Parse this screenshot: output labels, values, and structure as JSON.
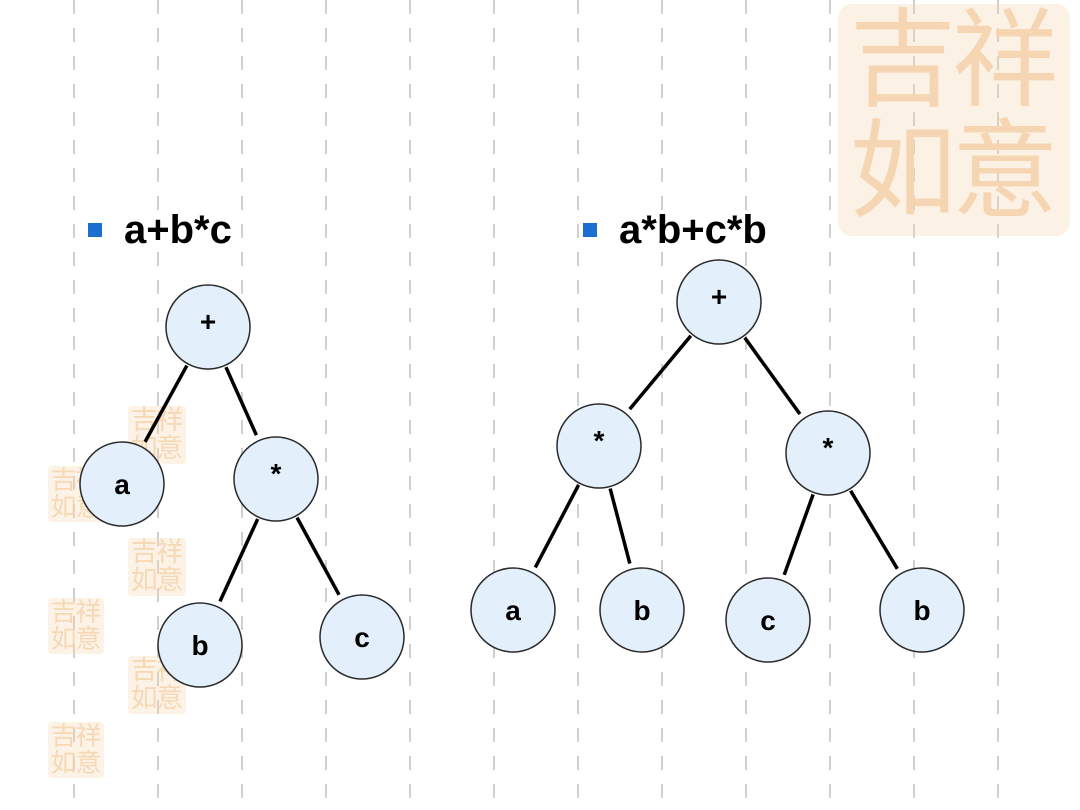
{
  "stamp_text": "吉祥如意",
  "colors": {
    "node_fill": "#e3f0fb",
    "node_stroke": "#2a2a2a",
    "edge": "#000000",
    "bullet": "#1a6fd1",
    "stamp": "#f6d4ae",
    "gridline": "#cfcfcf"
  },
  "left_item": {
    "expression": "a+b*c",
    "nodes": [
      {
        "id": "root",
        "label": "+"
      },
      {
        "id": "a",
        "label": "a"
      },
      {
        "id": "mul",
        "label": "*"
      },
      {
        "id": "b",
        "label": "b"
      },
      {
        "id": "c",
        "label": "c"
      }
    ],
    "edges": [
      [
        "root",
        "a"
      ],
      [
        "root",
        "mul"
      ],
      [
        "mul",
        "b"
      ],
      [
        "mul",
        "c"
      ]
    ]
  },
  "right_item": {
    "expression": "a*b+c*b",
    "nodes": [
      {
        "id": "root",
        "label": "+"
      },
      {
        "id": "mul1",
        "label": "*"
      },
      {
        "id": "mul2",
        "label": "*"
      },
      {
        "id": "a",
        "label": "a"
      },
      {
        "id": "b1",
        "label": "b"
      },
      {
        "id": "c",
        "label": "c"
      },
      {
        "id": "b2",
        "label": "b"
      }
    ],
    "edges": [
      [
        "root",
        "mul1"
      ],
      [
        "root",
        "mul2"
      ],
      [
        "mul1",
        "a"
      ],
      [
        "mul1",
        "b1"
      ],
      [
        "mul2",
        "c"
      ],
      [
        "mul2",
        "b2"
      ]
    ]
  }
}
